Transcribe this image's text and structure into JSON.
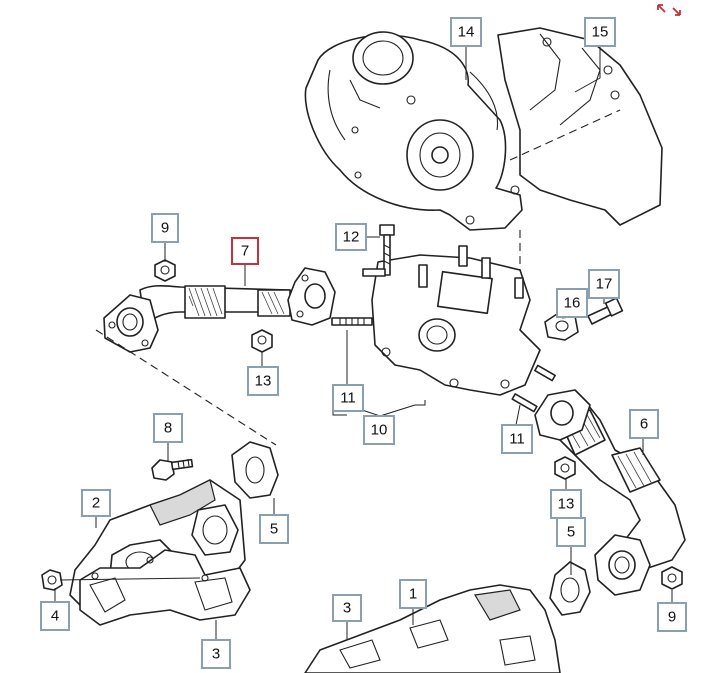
{
  "diagram": {
    "callouts": [
      {
        "id": "c14",
        "label": "14",
        "active": false
      },
      {
        "id": "c15",
        "label": "15",
        "active": false
      },
      {
        "id": "c9a",
        "label": "9",
        "active": false
      },
      {
        "id": "c7",
        "label": "7",
        "active": true
      },
      {
        "id": "c12",
        "label": "12",
        "active": false
      },
      {
        "id": "c16",
        "label": "16",
        "active": false
      },
      {
        "id": "c17",
        "label": "17",
        "active": false
      },
      {
        "id": "c13a",
        "label": "13",
        "active": false
      },
      {
        "id": "c11a",
        "label": "11",
        "active": false
      },
      {
        "id": "c10",
        "label": "10",
        "active": false
      },
      {
        "id": "c6",
        "label": "6",
        "active": false
      },
      {
        "id": "c11b",
        "label": "11",
        "active": false
      },
      {
        "id": "c8",
        "label": "8",
        "active": false
      },
      {
        "id": "c13b",
        "label": "13",
        "active": false
      },
      {
        "id": "c2",
        "label": "2",
        "active": false
      },
      {
        "id": "c5a",
        "label": "5",
        "active": false
      },
      {
        "id": "c5b",
        "label": "5",
        "active": false
      },
      {
        "id": "c4",
        "label": "4",
        "active": false
      },
      {
        "id": "c3a",
        "label": "3",
        "active": false
      },
      {
        "id": "c3b",
        "label": "3",
        "active": false
      },
      {
        "id": "c1",
        "label": "1",
        "active": false
      },
      {
        "id": "c9b",
        "label": "9",
        "active": false
      }
    ],
    "accent_color": "#c8303a",
    "callout_border_color": "#8aa0b0",
    "corner_icon": "expand-arrows-icon"
  }
}
